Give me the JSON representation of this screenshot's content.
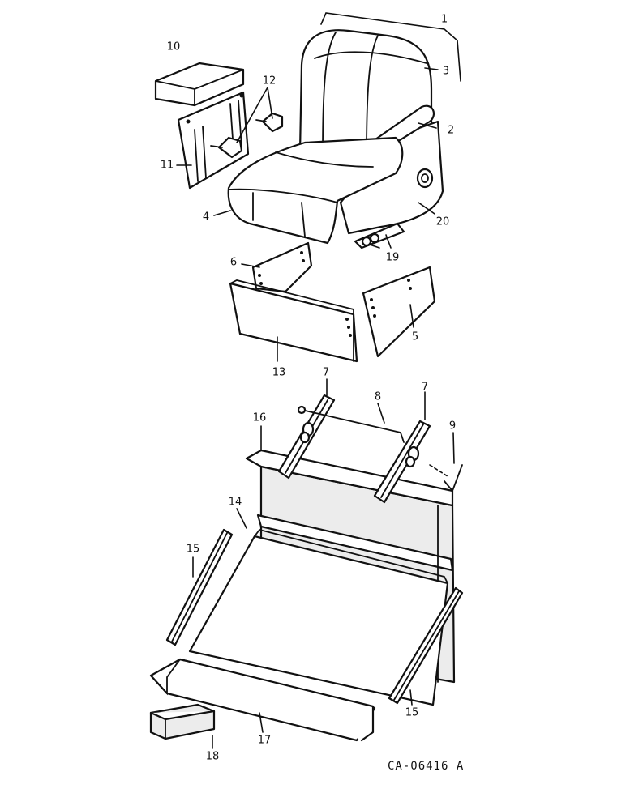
{
  "callouts": [
    {
      "id": "c1",
      "text": "1"
    },
    {
      "id": "c2",
      "text": "2"
    },
    {
      "id": "c3",
      "text": "3"
    },
    {
      "id": "c4",
      "text": "4"
    },
    {
      "id": "c5",
      "text": "5"
    },
    {
      "id": "c6",
      "text": "6"
    },
    {
      "id": "c7a",
      "text": "7"
    },
    {
      "id": "c7b",
      "text": "7"
    },
    {
      "id": "c8",
      "text": "8"
    },
    {
      "id": "c9",
      "text": "9"
    },
    {
      "id": "c10",
      "text": "10"
    },
    {
      "id": "c11",
      "text": "11"
    },
    {
      "id": "c12",
      "text": "12"
    },
    {
      "id": "c13",
      "text": "13"
    },
    {
      "id": "c14",
      "text": "14"
    },
    {
      "id": "c15a",
      "text": "15"
    },
    {
      "id": "c15b",
      "text": "15"
    },
    {
      "id": "c16",
      "text": "16"
    },
    {
      "id": "c17",
      "text": "17"
    },
    {
      "id": "c18",
      "text": "18"
    },
    {
      "id": "c19",
      "text": "19"
    },
    {
      "id": "c20",
      "text": "20"
    }
  ],
  "drawing_reference": "CA-06416 A"
}
